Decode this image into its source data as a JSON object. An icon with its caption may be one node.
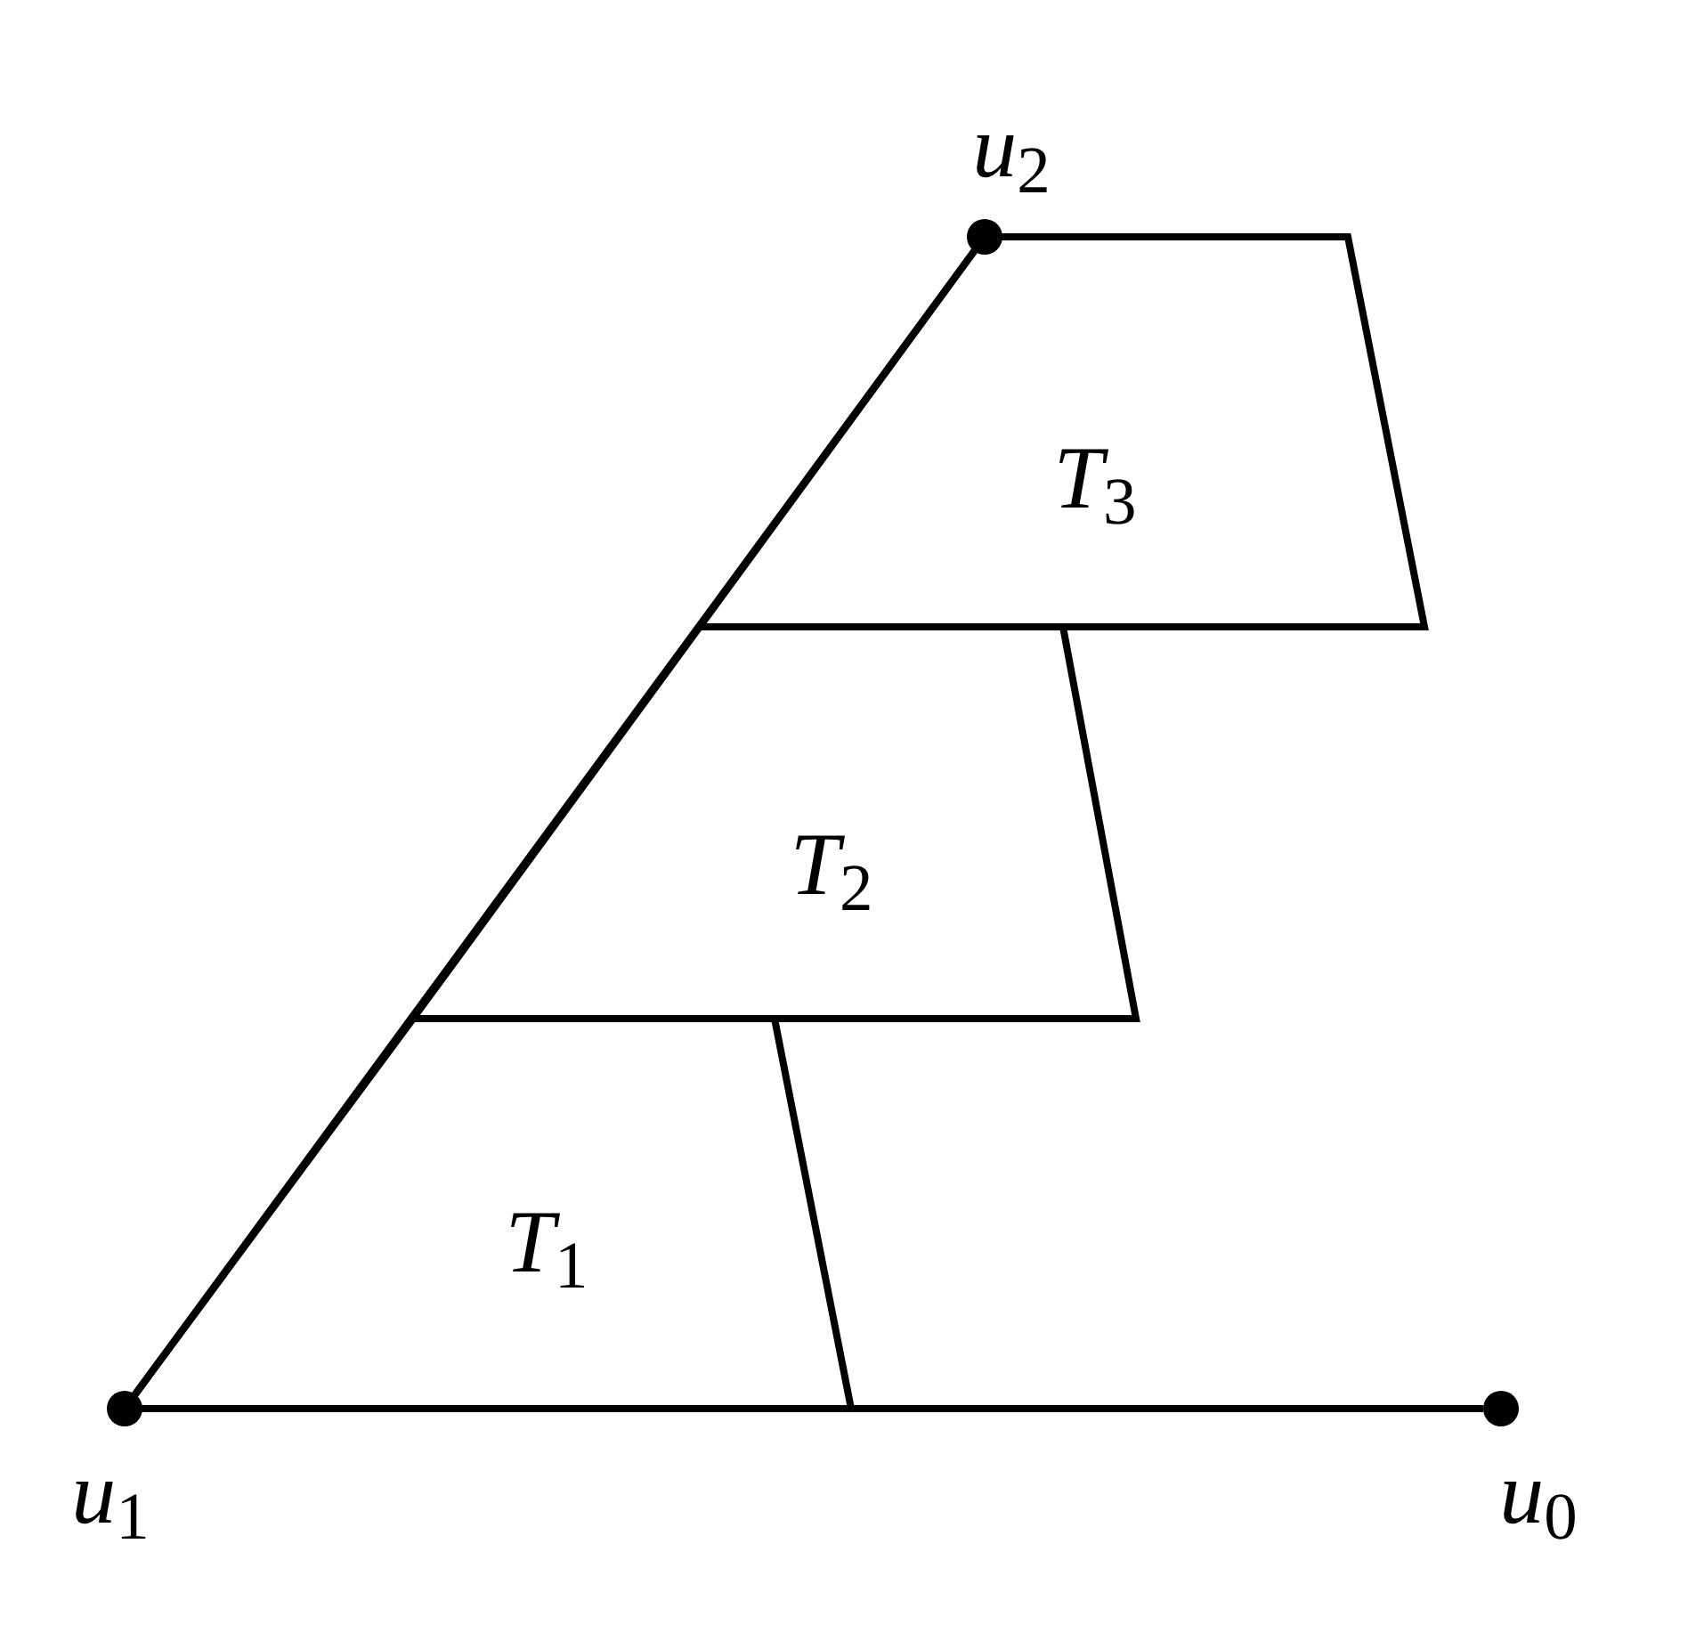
{
  "diagram": {
    "nodes": [
      {
        "text": [],
        "shape": "circle",
        "beside": [
          "*u*$_{2}$"
        ]
      },
      {
        "text": [
          "*T*$_{3}$"
        ]
      },
      {
        "text": [
          "*T*$_{2}$"
        ]
      },
      {
        "text": [
          "*T*$_{1}$"
        ]
      },
      {
        "text": [],
        "shape": "circle",
        "beside": [
          "*u*$_{1}$"
        ]
      },
      {
        "text": [],
        "shape": "circle",
        "beside": [
          "*u*$_{0}$"
        ]
      }
    ],
    "edges": [
      {
        "from": 4,
        "to": 0,
        "arrow": "none"
      },
      {
        "from": 4,
        "to": 5,
        "arrow": "none"
      }
    ]
  }
}
